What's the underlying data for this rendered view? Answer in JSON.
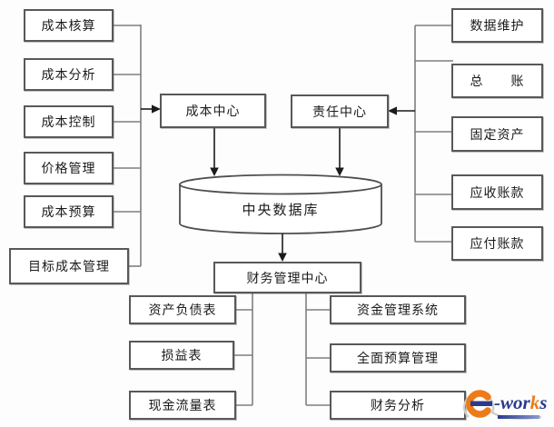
{
  "diagram": {
    "left_modules": [
      "成本核算",
      "成本分析",
      "成本控制",
      "价格管理",
      "成本预算",
      "目标成本管理"
    ],
    "hubs": {
      "cost_center": "成本中心",
      "responsibility_center": "责任中心",
      "central_database": "中央数据库",
      "finance_center": "财务管理中心"
    },
    "right_modules": [
      "数据维护",
      "总　　账",
      "固定资产",
      "应收账款",
      "应付账款"
    ],
    "report_modules": [
      "资产负债表",
      "损益表",
      "现金流量表"
    ],
    "finance_modules": [
      "资金管理系统",
      "全面预算管理",
      "财务分析"
    ],
    "logo": {
      "name": "e-works",
      "wor": "-wor",
      "k": "k",
      "s": "s"
    },
    "colors": {
      "box_border": "#585858",
      "connector_gray": "#7e7e7e",
      "arrow_black": "#1b1b1b",
      "logo_orange": "#ee7b17",
      "logo_blue": "#2b3a8c"
    }
  }
}
